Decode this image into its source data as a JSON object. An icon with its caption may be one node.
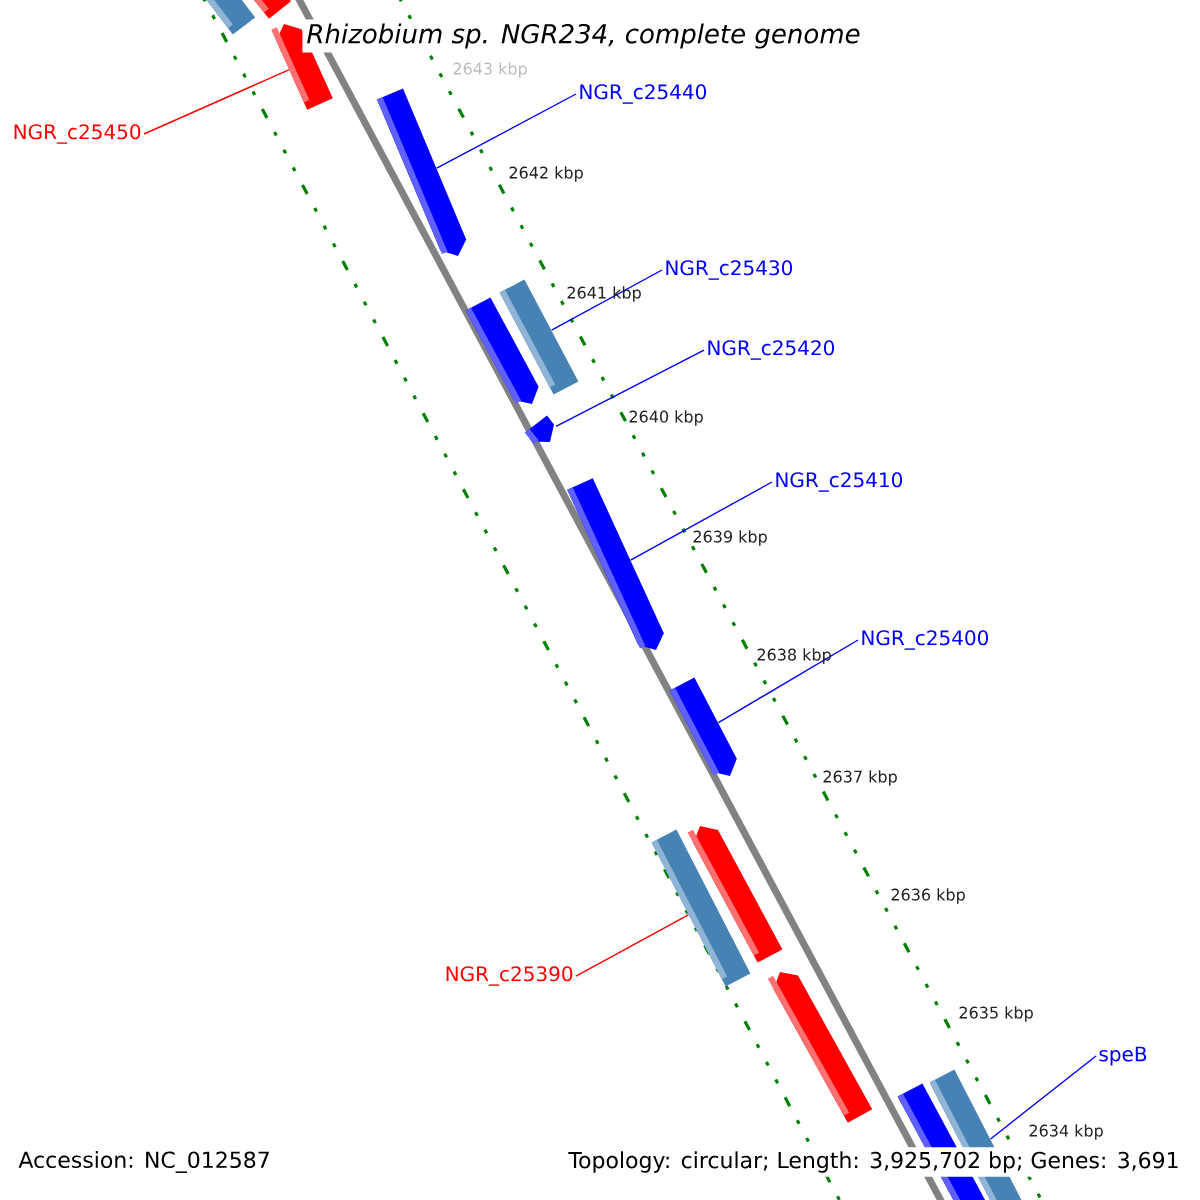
{
  "diagram": {
    "title": "*Rhizobium* sp. NGR234, complete genome",
    "nodes": [
      {
        "text": [],
        "shape": "bar"
      },
      {
        "text": [],
        "shape": "pentagon"
      },
      {
        "text": [
          "NGR_c25450"
        ]
      },
      {
        "text": [],
        "shape": "pentagon"
      },
      {
        "text": [
          "NGR_c25440"
        ]
      },
      {
        "text": [],
        "shape": "pentagon"
      },
      {
        "text": [
          "NGR_c25430"
        ]
      },
      {
        "text": [],
        "shape": "bar"
      },
      {
        "text": [],
        "shape": "pentagon"
      },
      {
        "text": [
          "NGR_c25420"
        ]
      },
      {
        "text": [],
        "shape": "pentagon"
      },
      {
        "text": [
          "NGR_c25410"
        ]
      },
      {
        "text": [],
        "shape": "pentagon"
      },
      {
        "text": [
          "NGR_c25400"
        ]
      },
      {
        "text": [],
        "shape": "pentagon"
      },
      {
        "text": [],
        "shape": "pentagon"
      },
      {
        "text": [],
        "shape": "bar"
      },
      {
        "text": [
          "NGR_c25390"
        ]
      },
      {
        "text": [],
        "shape": "pentagon"
      },
      {
        "text": [
          "speB"
        ]
      },
      {
        "text": [],
        "shape": "pentagon"
      },
      {
        "text": [],
        "shape": "bar"
      }
    ],
    "edges": [
      {
        "from": 2,
        "to": 3,
        "arrow": "none",
        "color": "#ff0000"
      },
      {
        "from": 4,
        "to": 5,
        "arrow": "none"
      },
      {
        "from": 6,
        "to": 7,
        "arrow": "none"
      },
      {
        "from": 9,
        "to": 10,
        "arrow": "none"
      },
      {
        "from": 11,
        "to": 12,
        "arrow": "none"
      },
      {
        "from": 13,
        "to": 14,
        "arrow": "none"
      },
      {
        "from": 17,
        "to": 16,
        "arrow": "none",
        "color": "#ff0000"
      },
      {
        "from": 19,
        "to": 21,
        "arrow": "none"
      }
    ],
    "labels": [
      "2643 kbp",
      "2642 kbp",
      "2641 kbp",
      "2640 kbp",
      "2639 kbp",
      "2638 kbp",
      "2637 kbp",
      "2636 kbp",
      "2635 kbp",
      "2634 kbp",
      "Accession: NC_012587",
      "Topology: circular; Length: 3,925,702 bp; Genes: 3,691"
    ]
  }
}
